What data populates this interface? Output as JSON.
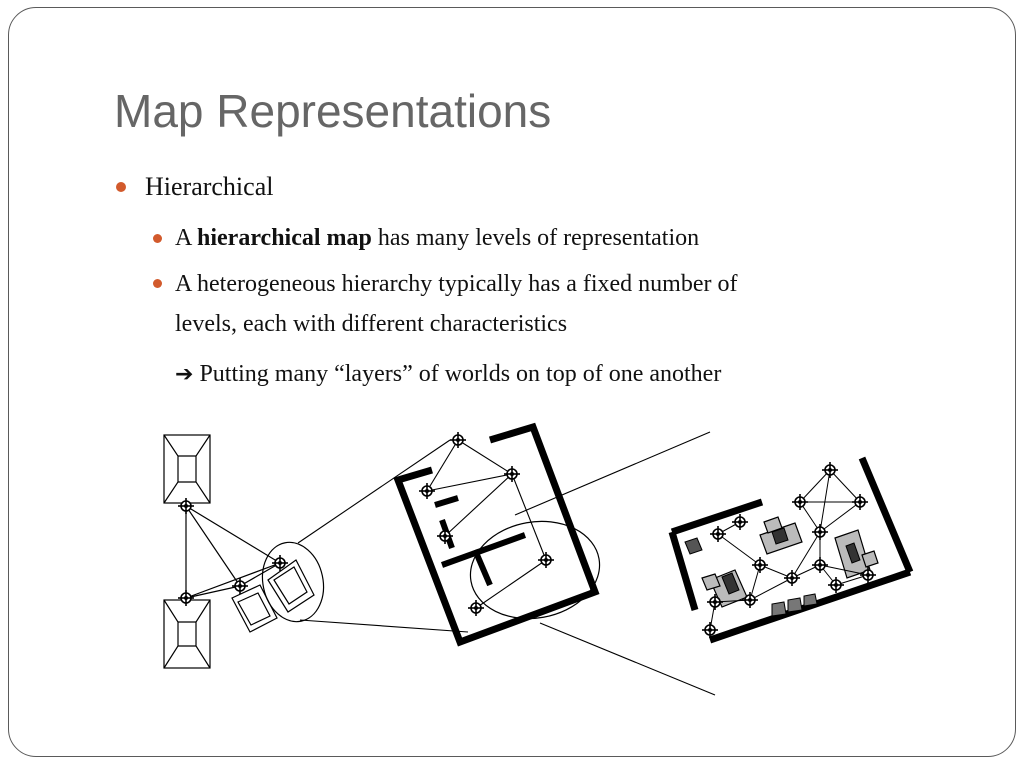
{
  "title": "Map Representations",
  "bullets": {
    "level1": "Hierarchical",
    "item1": {
      "prefix": "A ",
      "bold": "hierarchical map",
      "suffix": " has many levels of representation"
    },
    "item2": {
      "line1": "A heterogeneous hierarchy typically has a fixed number of",
      "line2": "levels, each with different characteristics"
    },
    "arrow": {
      "icon": "right-arrow-icon",
      "text": "Putting many “layers” of worlds on top of one another"
    }
  },
  "colors": {
    "bullet": "#d25a2c",
    "title": "#666666",
    "text": "#111111",
    "border": "#5a5a5a"
  }
}
